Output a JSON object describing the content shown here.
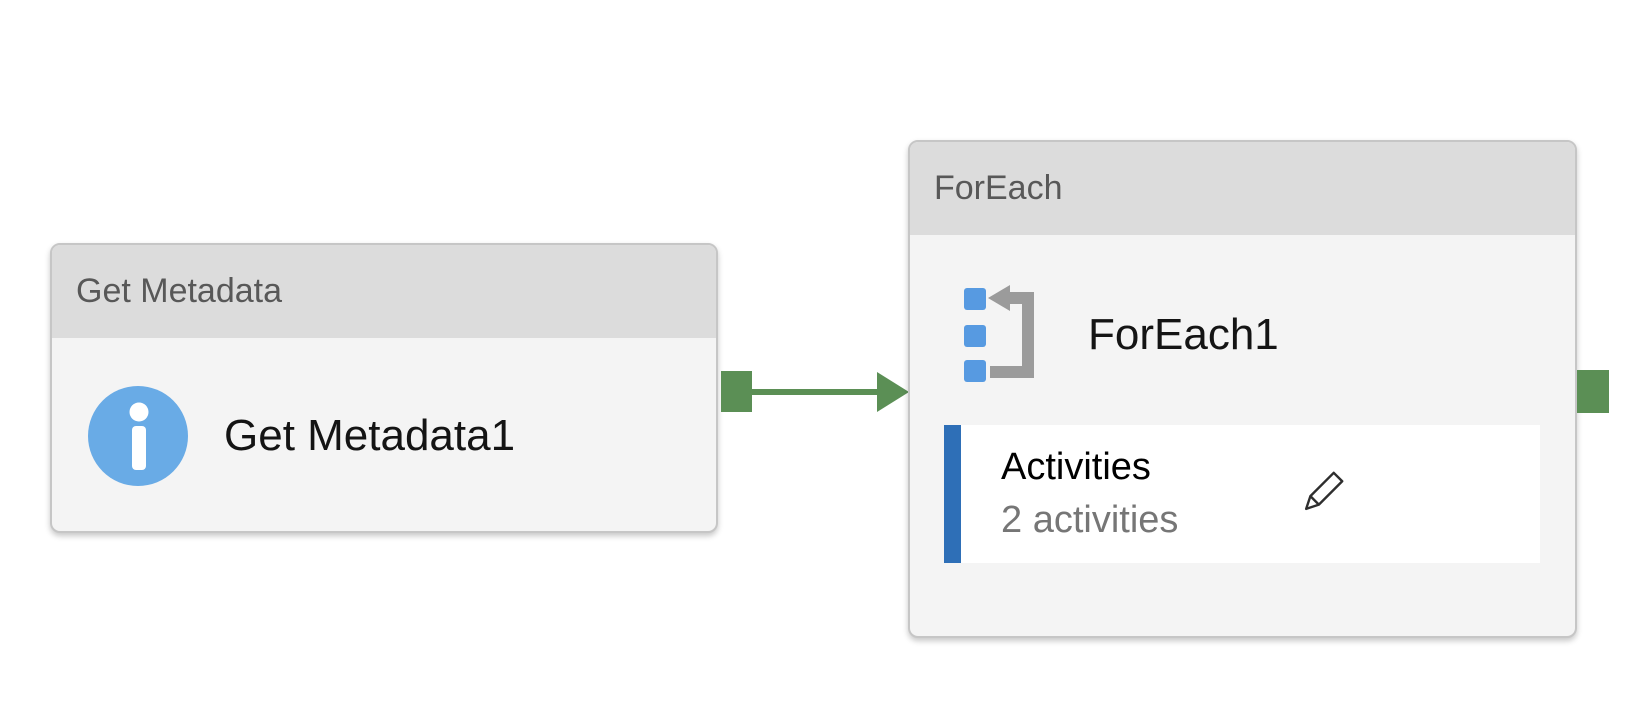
{
  "canvas": {
    "type": "pipeline-designer-canvas"
  },
  "nodes": [
    {
      "type_label": "Get Metadata",
      "name": "Get Metadata1",
      "icon": "info-icon"
    },
    {
      "type_label": "ForEach",
      "name": "ForEach1",
      "icon": "foreach-loop-icon",
      "activities": {
        "title": "Activities",
        "count_text": "2 activities",
        "edit_icon": "pencil-icon"
      }
    }
  ],
  "connector": {
    "from": "Get Metadata1",
    "to": "ForEach1",
    "style": "success-output-arrow",
    "color": "#5b8f55"
  },
  "colors": {
    "node_header": "#dcdcdc",
    "node_body": "#f4f4f4",
    "node_border": "#c6c6c6",
    "connector_green": "#5b8f55",
    "info_icon_blue": "#69abe6",
    "foreach_icon_blue": "#579ae1",
    "foreach_icon_gray": "#9b9b9b",
    "activities_bar_blue": "#2e6fb7",
    "header_text": "#585858",
    "name_text": "#141414",
    "secondary_text": "#767676"
  }
}
